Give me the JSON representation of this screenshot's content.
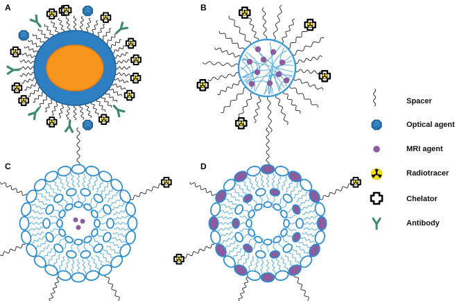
{
  "panels": [
    {
      "letter": "A"
    },
    {
      "letter": "B"
    },
    {
      "letter": "C"
    },
    {
      "letter": "D"
    }
  ],
  "legend": {
    "items": [
      {
        "label": "Spacer",
        "icon": "spacer-icon"
      },
      {
        "label": "Optical agent",
        "icon": "optical-agent-icon"
      },
      {
        "label": "MRI agent",
        "icon": "mri-agent-icon"
      },
      {
        "label": "Radiotracer",
        "icon": "radiotracer-icon"
      },
      {
        "label": "Chelator",
        "icon": "chelator-icon"
      },
      {
        "label": "Antibody",
        "icon": "antibody-icon"
      }
    ]
  },
  "colors": {
    "shell": "#2e7fc1",
    "core": "#f7941e",
    "liposome": "#3a9bd5",
    "mri": "#8b5c9e",
    "antibody": "#3d8a6e",
    "radiotracer": "#f7e011",
    "chain": "#222222"
  }
}
